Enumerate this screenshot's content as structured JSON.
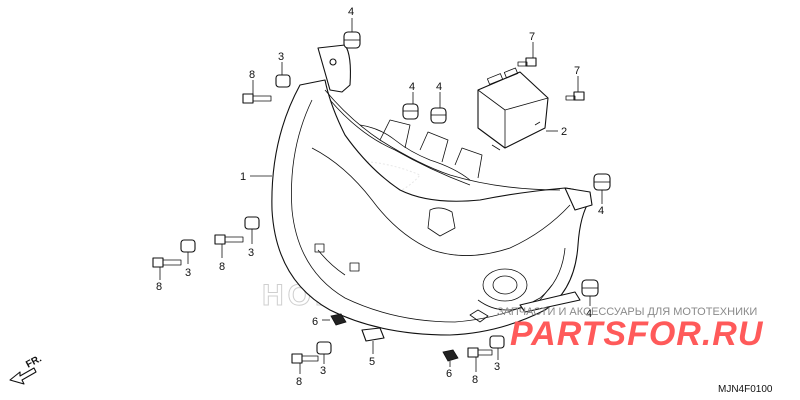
{
  "diagram": {
    "callouts": {
      "c1": "1",
      "c2": "2",
      "c3a": "3",
      "c3b": "3",
      "c3c": "3",
      "c3d": "3",
      "c3e": "3",
      "c4a": "4",
      "c4b": "4",
      "c4c": "4",
      "c4d": "4",
      "c4e": "4",
      "c5": "5",
      "c6a": "6",
      "c6b": "6",
      "c7a": "7",
      "c7b": "7",
      "c8a": "8",
      "c8b": "8",
      "c8c": "8",
      "c8d": "8",
      "c8e": "8"
    },
    "brand_mark": "HONDA",
    "direction_label": "FR.",
    "diagram_code": "MJN4F0100"
  },
  "watermark": {
    "tagline": "ЗАПЧАСТИ И АКСЕССУАРЫ ДЛЯ МОТОТЕХНИКИ",
    "site": "PARTSFOR.RU"
  },
  "colors": {
    "line": "#111111",
    "watermark_red": "#ff5a5a",
    "watermark_gray": "#8a8a8a",
    "background": "#ffffff"
  }
}
